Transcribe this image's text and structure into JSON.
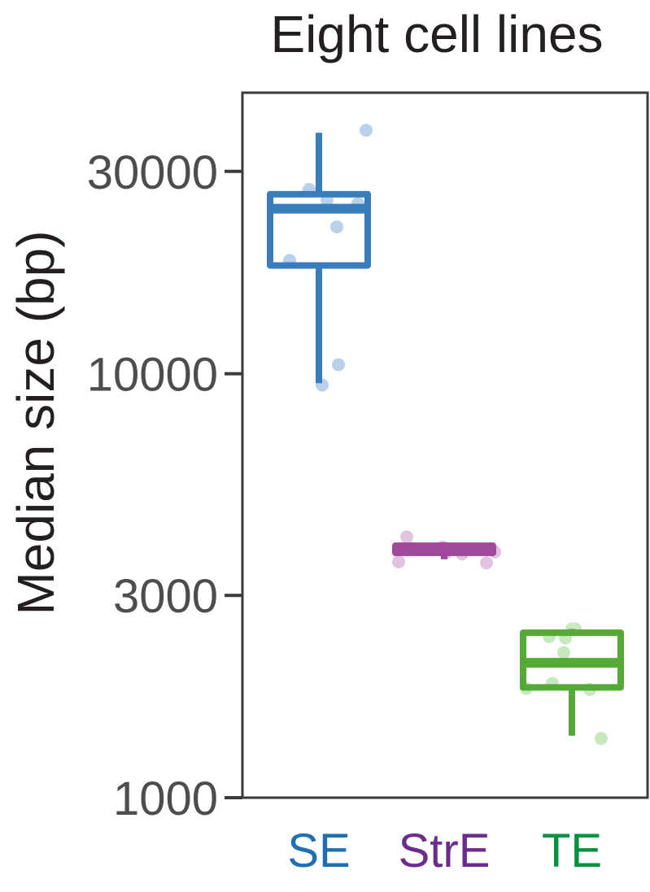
{
  "chart_data": {
    "type": "boxplot",
    "title": "Eight cell lines",
    "ylabel": "Median size (bp)",
    "xlabel": "",
    "yscale": "log",
    "ylim": [
      1000,
      46000
    ],
    "yticks": [
      1000,
      3000,
      10000,
      30000
    ],
    "ytick_labels": [
      "1000",
      "3000",
      "10000",
      "30000"
    ],
    "grid": false,
    "categories": [
      "SE",
      "StrE",
      "TE"
    ],
    "label_colors": [
      "#1f6fb2",
      "#6c2c8c",
      "#00913f"
    ],
    "series": [
      {
        "category": "SE",
        "color": "#3a7dbb",
        "point_color": "#b9d1ea",
        "box": {
          "whisker_low": 9500,
          "q1": 18000,
          "median": 24500,
          "q3": 26500,
          "whisker_high": 37000
        },
        "points": [
          37500,
          27200,
          25700,
          25200,
          22200,
          18500,
          10500,
          9400
        ]
      },
      {
        "category": "StrE",
        "color": "#a0489a",
        "point_color": "#e1c3e0",
        "box": {
          "whisker_low": 3650,
          "q1": 3780,
          "median": 3850,
          "q3": 3930,
          "whisker_high": 4000
        },
        "points": [
          4120,
          3900,
          3850,
          3800,
          3780,
          3760,
          3600,
          3580
        ]
      },
      {
        "category": "TE",
        "color": "#55a935",
        "point_color": "#c8e8c0",
        "box": {
          "whisker_low": 1400,
          "q1": 1820,
          "median": 2080,
          "q3": 2450,
          "whisker_high": 2500
        },
        "points": [
          2500,
          2500,
          2400,
          2380,
          2200,
          1860,
          1810,
          1800,
          1380
        ]
      }
    ]
  }
}
